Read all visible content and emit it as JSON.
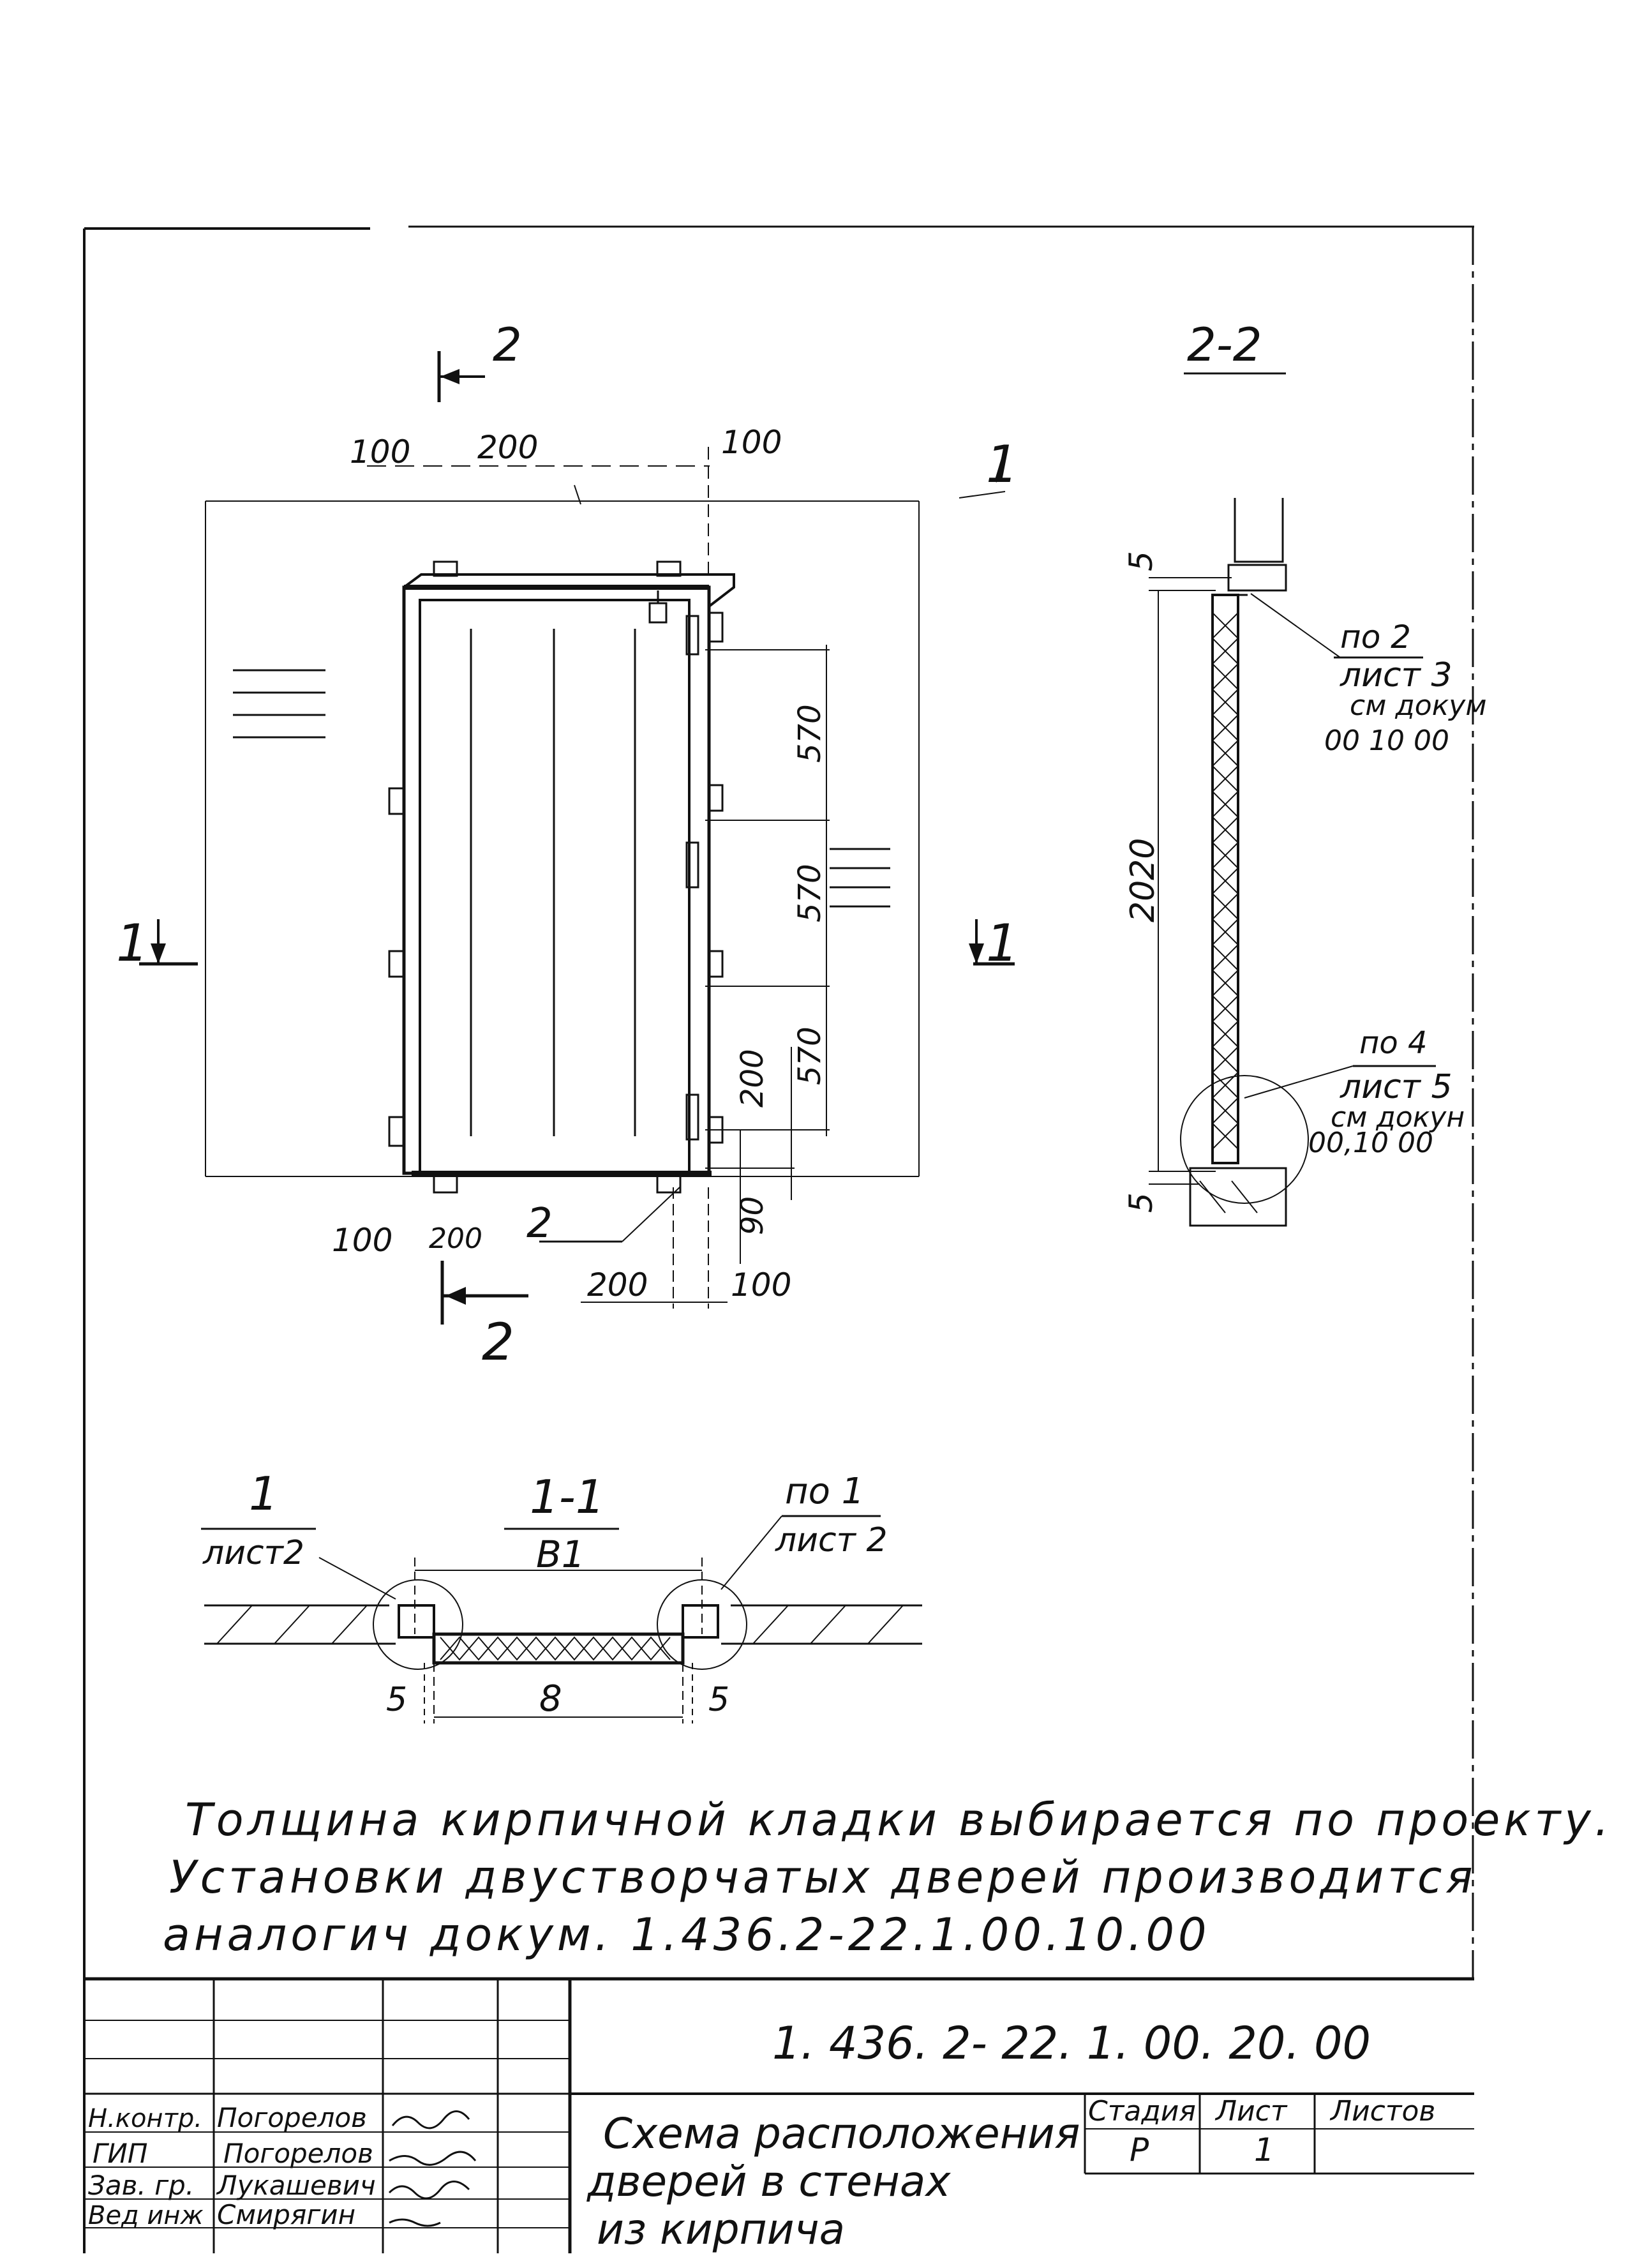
{
  "front_view": {
    "section_mark_top": "2",
    "section_mark_bottom": "2",
    "section_mark_left": "1",
    "section_mark_right": "1",
    "leader_item": "1",
    "leader_item_2": "2",
    "dims": {
      "top_left": "100",
      "top_mid": "200",
      "top_right": "100",
      "hinge_1": "570",
      "hinge_2": "570",
      "hinge_3": "570",
      "bottom_hinge": "200",
      "bottom_gap": "90",
      "bottom_left": "100",
      "bottom_left_200": "200",
      "bottom_right_200": "200",
      "bottom_right_100": "100"
    }
  },
  "section_2_2": {
    "title": "2-2",
    "dim_top": "5",
    "dim_height": "2020",
    "dim_bottom": "5",
    "note_top": [
      "по 2",
      "лист 3",
      "см докум",
      "00 10 00"
    ],
    "note_bottom": [
      "по 4",
      "лист 5",
      "см докун",
      "00,10 00"
    ]
  },
  "section_1_1": {
    "title": "1-1",
    "width_label": "B1",
    "left_ref_num": "1",
    "left_ref_sheet": "лист2",
    "right_ref_num": "по 1",
    "right_ref_sheet": "лист 2",
    "dim_left": "5",
    "dim_mid": "8",
    "dim_right": "5"
  },
  "notes": [
    "Толщина кирпичной кладки выбирается по проекту.",
    "Установки двустворчатых дверей производится",
    "аналогич докум. 1.436.2-22.1.00.10.00"
  ],
  "title_block": {
    "doc_code": "1. 436. 2- 22. 1. 00. 20. 00",
    "title_lines": [
      "Схема расположения",
      "дверей в стенах",
      "из кирпича"
    ],
    "col_stage": "Стадия",
    "col_sheet": "Лист",
    "col_sheets": "Листов",
    "stage_value": "Р",
    "sheet_value": "1",
    "sheets_value": "",
    "signers": [
      {
        "role": "Н.контр.",
        "name": "Погорелов"
      },
      {
        "role": "ГИП",
        "name": "Погорелов"
      },
      {
        "role": "Зав. гр.",
        "name": "Лукашевич"
      },
      {
        "role": "Вед инж",
        "name": "Смирягин"
      }
    ]
  }
}
